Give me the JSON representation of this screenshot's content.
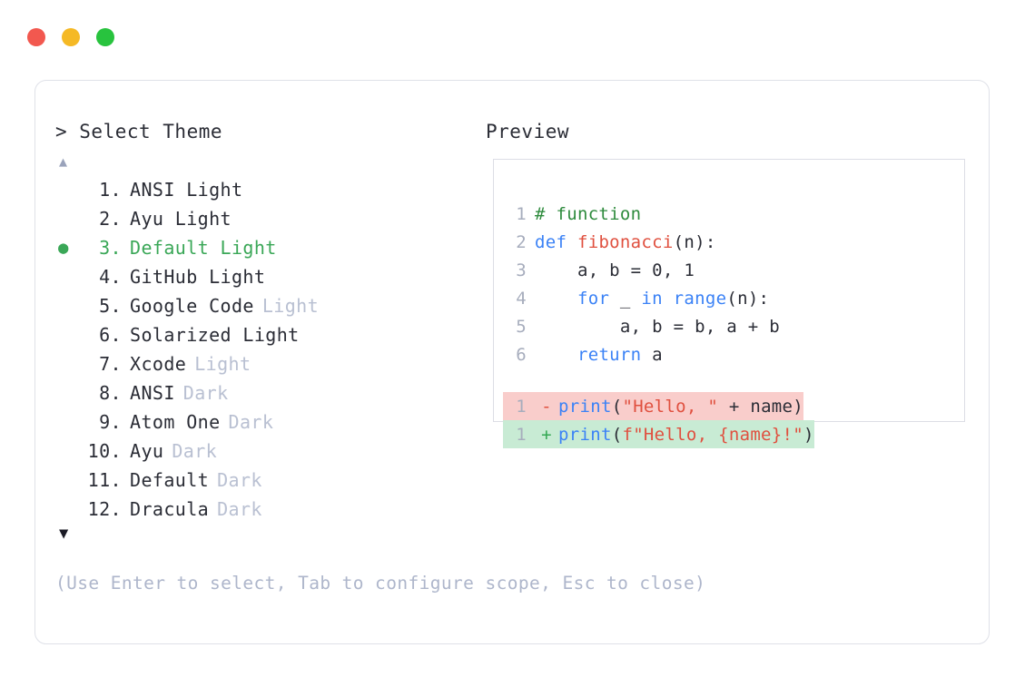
{
  "window": {
    "traffic_lights": [
      {
        "name": "close",
        "color": "#f2584f"
      },
      {
        "name": "minimize",
        "color": "#f5b925"
      },
      {
        "name": "maximize",
        "color": "#28c33e"
      }
    ]
  },
  "picker": {
    "prompt": "> Select Theme",
    "preview_label": "Preview",
    "scroll_up_glyph": "▲",
    "scroll_down_glyph": "▼",
    "selected_index": 3,
    "selected_bullet": "●",
    "accent_color": "#3aa757",
    "footer_hint": "(Use Enter to select, Tab to configure scope, Esc to close)",
    "themes": [
      {
        "num": "1.",
        "name": "ANSI Light",
        "tag": ""
      },
      {
        "num": "2.",
        "name": "Ayu Light",
        "tag": ""
      },
      {
        "num": "3.",
        "name": "Default Light",
        "tag": ""
      },
      {
        "num": "4.",
        "name": "GitHub Light",
        "tag": ""
      },
      {
        "num": "5.",
        "name": "Google Code",
        "tag": "Light"
      },
      {
        "num": "6.",
        "name": "Solarized Light",
        "tag": ""
      },
      {
        "num": "7.",
        "name": "Xcode",
        "tag": "Light"
      },
      {
        "num": "8.",
        "name": "ANSI",
        "tag": "Dark"
      },
      {
        "num": "9.",
        "name": "Atom One",
        "tag": "Dark"
      },
      {
        "num": "10.",
        "name": "Ayu",
        "tag": "Dark"
      },
      {
        "num": "11.",
        "name": "Default",
        "tag": "Dark"
      },
      {
        "num": "12.",
        "name": "Dracula",
        "tag": "Dark"
      }
    ]
  },
  "preview": {
    "code_lines": [
      {
        "ln": "1",
        "tokens": [
          {
            "t": "# function",
            "c": "tok-comment"
          }
        ]
      },
      {
        "ln": "2",
        "tokens": [
          {
            "t": "def ",
            "c": "tok-keyword"
          },
          {
            "t": "fibonacci",
            "c": "tok-func"
          },
          {
            "t": "(n):",
            "c": "tok-plain"
          }
        ]
      },
      {
        "ln": "3",
        "tokens": [
          {
            "t": "    a, b = 0, 1",
            "c": "tok-plain"
          }
        ]
      },
      {
        "ln": "4",
        "tokens": [
          {
            "t": "    ",
            "c": "tok-plain"
          },
          {
            "t": "for",
            "c": "tok-keyword"
          },
          {
            "t": " _ ",
            "c": "tok-plain"
          },
          {
            "t": "in",
            "c": "tok-keyword"
          },
          {
            "t": " ",
            "c": "tok-plain"
          },
          {
            "t": "range",
            "c": "tok-call"
          },
          {
            "t": "(n):",
            "c": "tok-plain"
          }
        ]
      },
      {
        "ln": "5",
        "tokens": [
          {
            "t": "        a, b = b, a + b",
            "c": "tok-plain"
          }
        ]
      },
      {
        "ln": "6",
        "tokens": [
          {
            "t": "    ",
            "c": "tok-plain"
          },
          {
            "t": "return",
            "c": "tok-keyword"
          },
          {
            "t": " a",
            "c": "tok-plain"
          }
        ]
      }
    ],
    "diff_lines": [
      {
        "ln": "1",
        "sign": "-",
        "kind": "del",
        "tokens": [
          {
            "t": "print",
            "c": "tok-call"
          },
          {
            "t": "(",
            "c": "tok-plain"
          },
          {
            "t": "\"Hello, \"",
            "c": "tok-string"
          },
          {
            "t": " + name)",
            "c": "tok-plain"
          }
        ]
      },
      {
        "ln": "1",
        "sign": "+",
        "kind": "add",
        "tokens": [
          {
            "t": "print",
            "c": "tok-call"
          },
          {
            "t": "(",
            "c": "tok-plain"
          },
          {
            "t": "f\"Hello, {name}!\"",
            "c": "tok-string"
          },
          {
            "t": ")",
            "c": "tok-plain"
          }
        ]
      }
    ]
  }
}
